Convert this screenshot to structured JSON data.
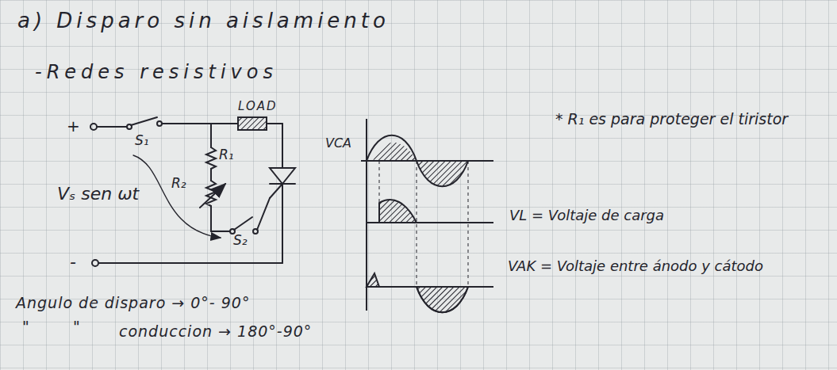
{
  "diagram": {
    "title": "a) Disparo sin aislamiento",
    "labels": [
      "-Redes resistivos",
      "LOAD",
      "+",
      "S₁",
      "R₁",
      "R₂",
      "Vₛ sen ωt",
      "S₂",
      "-",
      "Angulo de disparo → 0°- 90°",
      "\"",
      "\"",
      "conduccion → 180°-90°",
      "VCA",
      "VL = Voltaje de carga",
      "VAK = Voltaje entre ánodo y cátodo",
      "* R₁ es para proteger el tiristor"
    ]
  }
}
